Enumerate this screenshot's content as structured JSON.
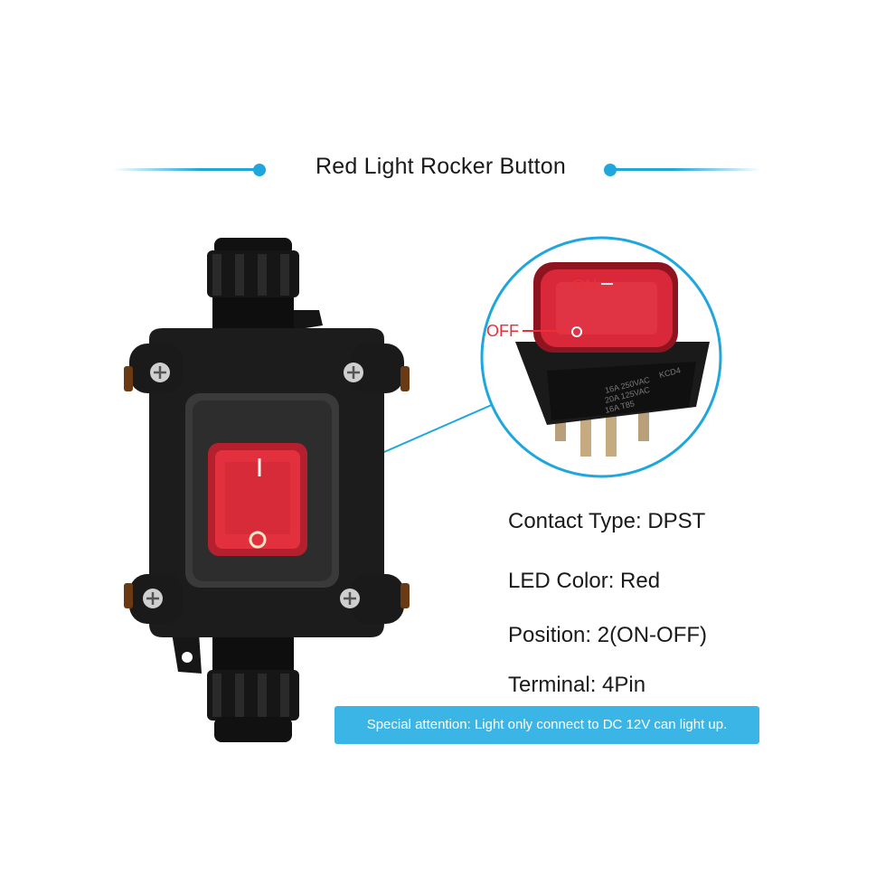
{
  "header": {
    "title": "Red Light Rocker Button"
  },
  "zoom_callout": {
    "on_label": "ON",
    "off_label": "OFF",
    "switch_marking_lines": [
      "16A 250VAC",
      "20A 125VAC",
      "16A T85"
    ],
    "switch_model": "KCD4"
  },
  "specs": {
    "contact_type": "Contact Type: DPST",
    "led_color": "LED Color: Red",
    "position": "Position: 2(ON-OFF)",
    "terminal": "Terminal: 4Pin"
  },
  "notice": {
    "text": "Special attention: Light only connect to DC 12V can light up."
  },
  "colors": {
    "accent": "#1fa7dd",
    "notice_bg": "#3bb5e6",
    "housing": "#1c1c1c",
    "rocker_red": "#e3303e",
    "label_red": "#e8303a"
  },
  "icons": {
    "housing_screw": "screw-icon",
    "on_marker": "line-icon",
    "off_marker": "circle-icon"
  }
}
